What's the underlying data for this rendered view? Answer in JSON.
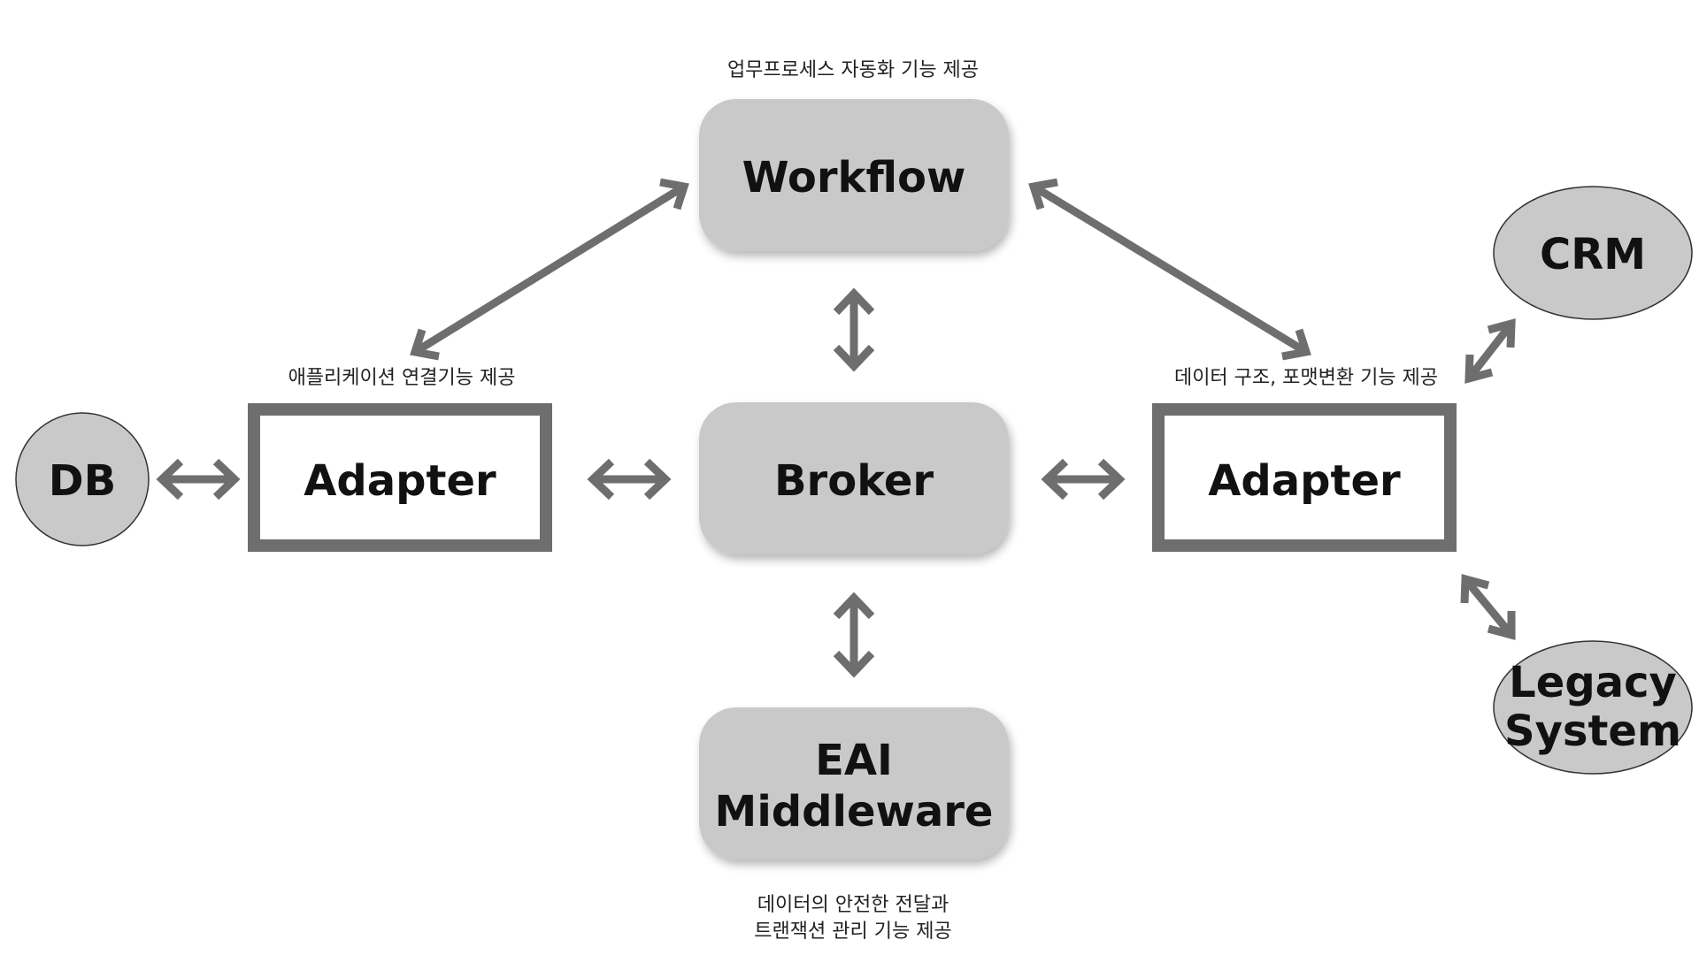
{
  "nodes": {
    "workflow": {
      "label": "Workflow",
      "caption": "업무프로세스 자동화 기능 제공"
    },
    "broker": {
      "label": "Broker"
    },
    "eai_middleware": {
      "label_line1": "EAI",
      "label_line2": "Middleware",
      "caption_line1": "데이터의 안전한 전달과",
      "caption_line2": "트랜잭션 관리 기능 제공"
    },
    "adapter_left": {
      "label": "Adapter",
      "caption": "애플리케이션 연결기능 제공"
    },
    "adapter_right": {
      "label": "Adapter",
      "caption": "데이터 구조, 포맷변환 기능 제공"
    },
    "db": {
      "label": "DB"
    },
    "crm": {
      "label": "CRM"
    },
    "legacy_system": {
      "label_line1": "Legacy",
      "label_line2": "System"
    }
  },
  "colors": {
    "node_fill": "#c9c9c9",
    "arrow": "#6e6e6e",
    "adapter_border": "#6e6e6e",
    "text": "#111111"
  }
}
